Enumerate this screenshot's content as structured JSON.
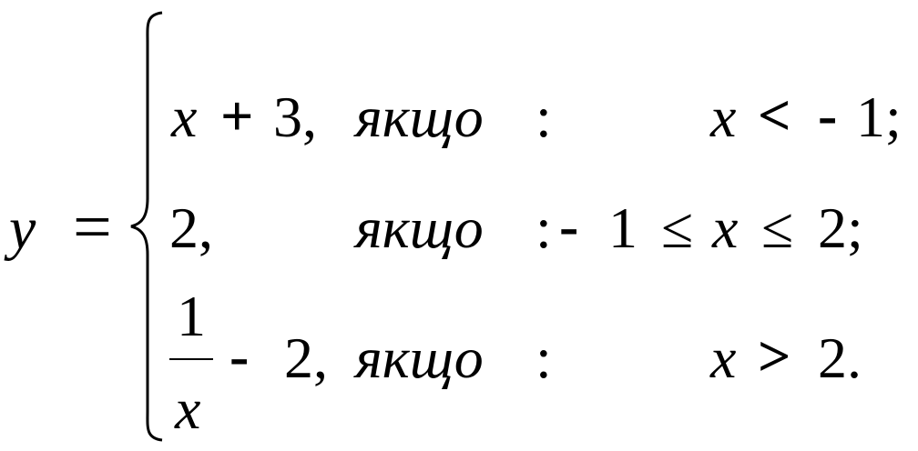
{
  "formula": {
    "lhs": {
      "var": "y",
      "eq": "="
    },
    "rows": [
      {
        "expr_var": "x",
        "expr_op": "+",
        "expr_num": "3,",
        "word": "якщо",
        "colon": ":",
        "cond_var": "x",
        "cond_op": "<",
        "cond_minus": "-",
        "cond_num": "1;"
      },
      {
        "expr_num": "2,",
        "word": "якщо",
        "colon": ":",
        "cond_minus": "-",
        "cond_num1": "1",
        "cond_le1": "≤",
        "cond_var": "x",
        "cond_le2": "≤",
        "cond_num2": "2;"
      },
      {
        "frac_num": "1",
        "frac_den": "x",
        "expr_minus": "-",
        "expr_num": "2,",
        "word": "якщо",
        "colon": ":",
        "cond_var": "x",
        "cond_op": ">",
        "cond_num": "2."
      }
    ]
  }
}
